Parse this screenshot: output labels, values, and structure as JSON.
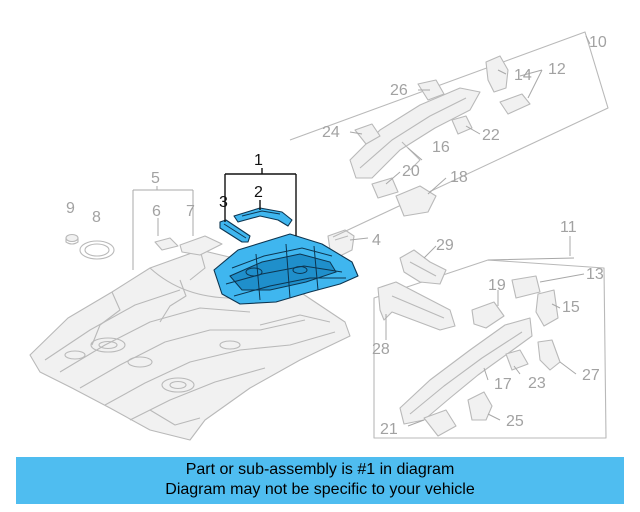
{
  "labels": {
    "n1": "1",
    "n2": "2",
    "n3": "3",
    "n4": "4",
    "n5": "5",
    "n6": "6",
    "n7": "7",
    "n8": "8",
    "n9": "9",
    "n10": "10",
    "n11": "11",
    "n12": "12",
    "n13": "13",
    "n14": "14",
    "n15": "15",
    "n16": "16",
    "n17": "17",
    "n18": "18",
    "n19": "19",
    "n20": "20",
    "n21": "21",
    "n22": "22",
    "n23": "23",
    "n24": "24",
    "n25": "25",
    "n26": "26",
    "n27": "27",
    "n28": "28",
    "n29": "29"
  },
  "highlight_part": "1",
  "banner": {
    "line1": "Part or sub-assembly is #1 in diagram",
    "line2": "Diagram may not be specific to your vehicle"
  },
  "colors": {
    "highlight_fill": "#3fb6ef",
    "banner_bg": "#4fbdf0",
    "ghost_stroke": "#b9b9b9",
    "label_gray": "#a2a2a2"
  }
}
